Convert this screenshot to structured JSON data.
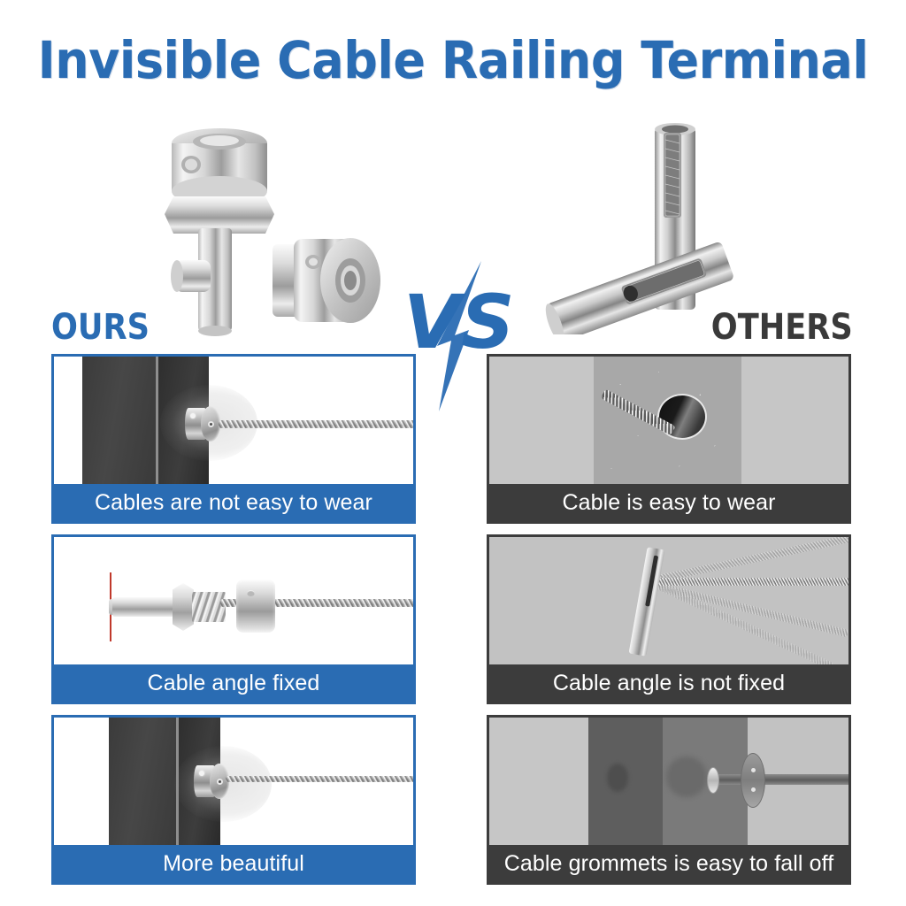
{
  "page": {
    "title": "Invisible Cable Railing Terminal",
    "background_color": "#FFFFFF",
    "accent_blue": "#2A6CB3",
    "accent_dark": "#3C3C3C"
  },
  "hero": {
    "ours_product_alt": "invisible-cable-railing-terminal-pair",
    "others_product_alt": "slotted-tube-cable-terminal-pair",
    "vs_label": "VS"
  },
  "columns": {
    "ours_heading": "OURS",
    "others_heading": "OTHERS"
  },
  "comparison": {
    "ours": [
      {
        "caption": "Cables are not easy to wear",
        "image_alt": "terminal-flush-on-dark-post-with-cable"
      },
      {
        "caption": "Cable angle fixed",
        "image_alt": "threaded-stud-assembly-with-cable-and-red-reference-line"
      },
      {
        "caption": "More beautiful",
        "image_alt": "clean-flush-terminal-on-dark-post"
      }
    ],
    "others": [
      {
        "caption": "Cable is easy to wear",
        "image_alt": "frayed-cable-through-bare-drilled-hole"
      },
      {
        "caption": "Cable angle is not fixed",
        "image_alt": "tilted-terminal-with-cables-splayed-at-many-angles"
      },
      {
        "caption": "Cable grommets is easy to fall off",
        "image_alt": "loose-grommet-sliding-off-rod"
      }
    ]
  }
}
